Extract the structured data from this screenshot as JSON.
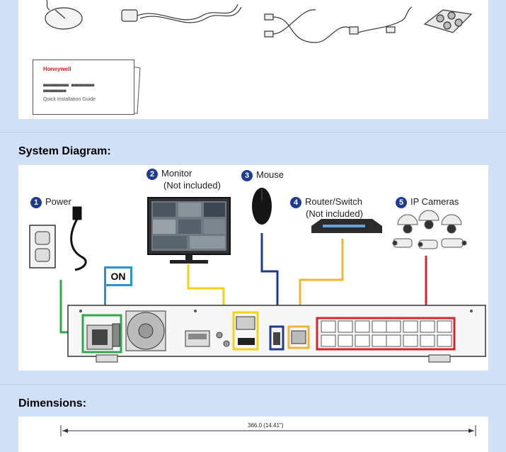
{
  "accessories": {
    "guide_brand": "Honeywell",
    "guide_lines": "■■■■■■■■■■ ■■■■■■■■■\n■■■■■■■■■",
    "guide_title": "Quick Installation Guide"
  },
  "system_diagram": {
    "heading": "System Diagram:",
    "items": [
      {
        "num": "1",
        "label": "Power",
        "sub": ""
      },
      {
        "num": "2",
        "label": "Monitor",
        "sub": "(Not included)"
      },
      {
        "num": "3",
        "label": "Mouse",
        "sub": ""
      },
      {
        "num": "4",
        "label": "Router/Switch",
        "sub": "(Not included)"
      },
      {
        "num": "5",
        "label": "IP Cameras",
        "sub": ""
      }
    ],
    "on_label": "ON"
  },
  "dimensions": {
    "heading": "Dimensions:",
    "width_label": "366.0 (14.41\")"
  },
  "colors": {
    "background": "#cfe0f7",
    "number_badge": "#1f3b8f",
    "power_line": "#2eaa4a",
    "on_box": "#2a93d5",
    "monitor_line": "#f2d21b",
    "mouse_line": "#1f3b8f",
    "router_line": "#f5b335",
    "camera_line": "#d9232d"
  }
}
